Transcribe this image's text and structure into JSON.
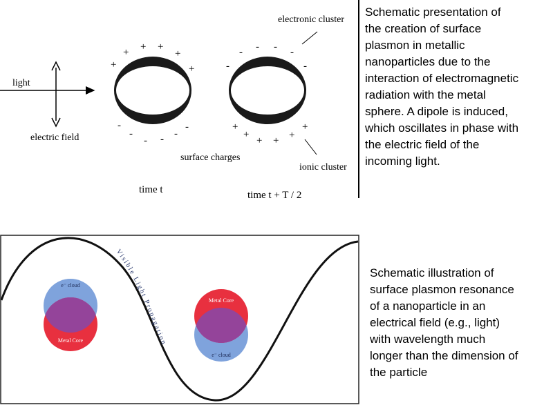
{
  "top_figure": {
    "labels": {
      "light": "light",
      "electric_field": "electric field",
      "electronic_cluster": "electronic cluster",
      "surface_charges": "surface charges",
      "ionic_cluster": "ionic cluster",
      "time_t": "time t",
      "time_t_half": "time t + T / 2"
    },
    "plus_sign": "+",
    "minus_sign": "-"
  },
  "top_caption": "Schematic presentation of\nthe creation of surface\nplasmon in metallic\nnanoparticles due to the\ninteraction of electromagnetic\nradiation with the metal\nsphere. A dipole is induced,\nwhich oscillates in phase with\nthe electric field of the\nincoming light.",
  "bottom_figure": {
    "wave_label": "Visible Light Propagation",
    "particle_left": {
      "top_label": "e⁻ cloud",
      "bottom_label": "Metal Core"
    },
    "particle_right": {
      "top_label": "Metal Core",
      "bottom_label": "e⁻ cloud"
    },
    "colors": {
      "electron_cloud": "#7fa3dc",
      "metal_core": "#e8303f",
      "overlap": "#94449a"
    }
  },
  "bottom_caption": "Schematic illustration of\nsurface plasmon resonance\nof a nanoparticle in an\nelectrical field (e.g., light)\nwith wavelength much\nlonger than the dimension of\nthe particle"
}
